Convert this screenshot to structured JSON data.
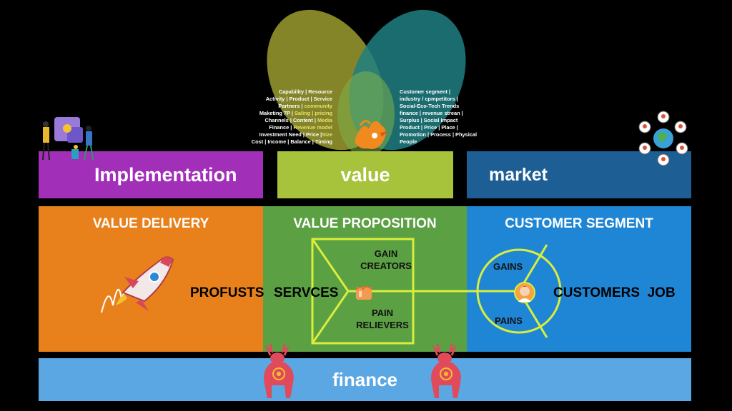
{
  "colors": {
    "implementation": "#a12fb8",
    "value": "#a7c23b",
    "market": "#1d5f95",
    "value_delivery": "#e8811b",
    "value_proposition": "#5ba043",
    "customer_segment": "#1f86d6",
    "finance": "#5aa7e3",
    "lime": "#d9ee3c"
  },
  "top_bars": {
    "implementation": "Implementation",
    "value": "value",
    "market": "market"
  },
  "panels": {
    "value_delivery": {
      "title": "VALUE DELIVERY"
    },
    "value_proposition": {
      "title": "VALUE PROPOSITION",
      "products": "PROFUSTS",
      "services": "SERVCES",
      "gain_creators": [
        "GAIN",
        "CREATORS"
      ],
      "pain_relievers": [
        "PAIN",
        "RELIEVERS"
      ]
    },
    "customer_segment": {
      "title": "CUSTOMER SEGMENT",
      "gains": "GAINS",
      "pains": "PAINS",
      "customers_job": "CUSTOMERS  JOB"
    }
  },
  "finance_label": "finance",
  "left_list": [
    {
      "parts": [
        {
          "t": "Capability | Resource"
        }
      ]
    },
    {
      "parts": [
        {
          "t": "Activity | Product | Service"
        }
      ]
    },
    {
      "parts": [
        {
          "t": "Partners | "
        },
        {
          "t": "community",
          "hl": true
        }
      ]
    },
    {
      "parts": [
        {
          "t": "Maketing 7P | "
        },
        {
          "t": "Saling | pricing",
          "hl": true
        }
      ]
    },
    {
      "parts": [
        {
          "t": "Channels | Content | "
        },
        {
          "t": "Media",
          "hl": true
        }
      ]
    },
    {
      "parts": [
        {
          "t": "Finance | "
        },
        {
          "t": "Revenue model",
          "hl": true
        }
      ]
    },
    {
      "parts": [
        {
          "t": "Investment Need | Price |"
        },
        {
          "t": "Size",
          "hl": true
        }
      ]
    },
    {
      "parts": [
        {
          "t": "Cost | Income | Balance | Timing"
        }
      ]
    }
  ],
  "right_list": [
    "Customer segment |",
    "industry / cpmpetitors |",
    "Social-Eco-Tech Trends",
    "finance | revenue strean |",
    "Surplus | Social Impact",
    "Product | Price | Place |",
    "Promotion | Process | Physical",
    "People"
  ],
  "icons": {
    "team": "team-puzzle-illustration",
    "network": "customer-network-illustration",
    "rocket": "rocket-icon",
    "box": "product-box-icon",
    "avatar": "customer-avatar-icon",
    "bird": "bird-logo-icon",
    "deer": "deer-ornament-icon"
  }
}
